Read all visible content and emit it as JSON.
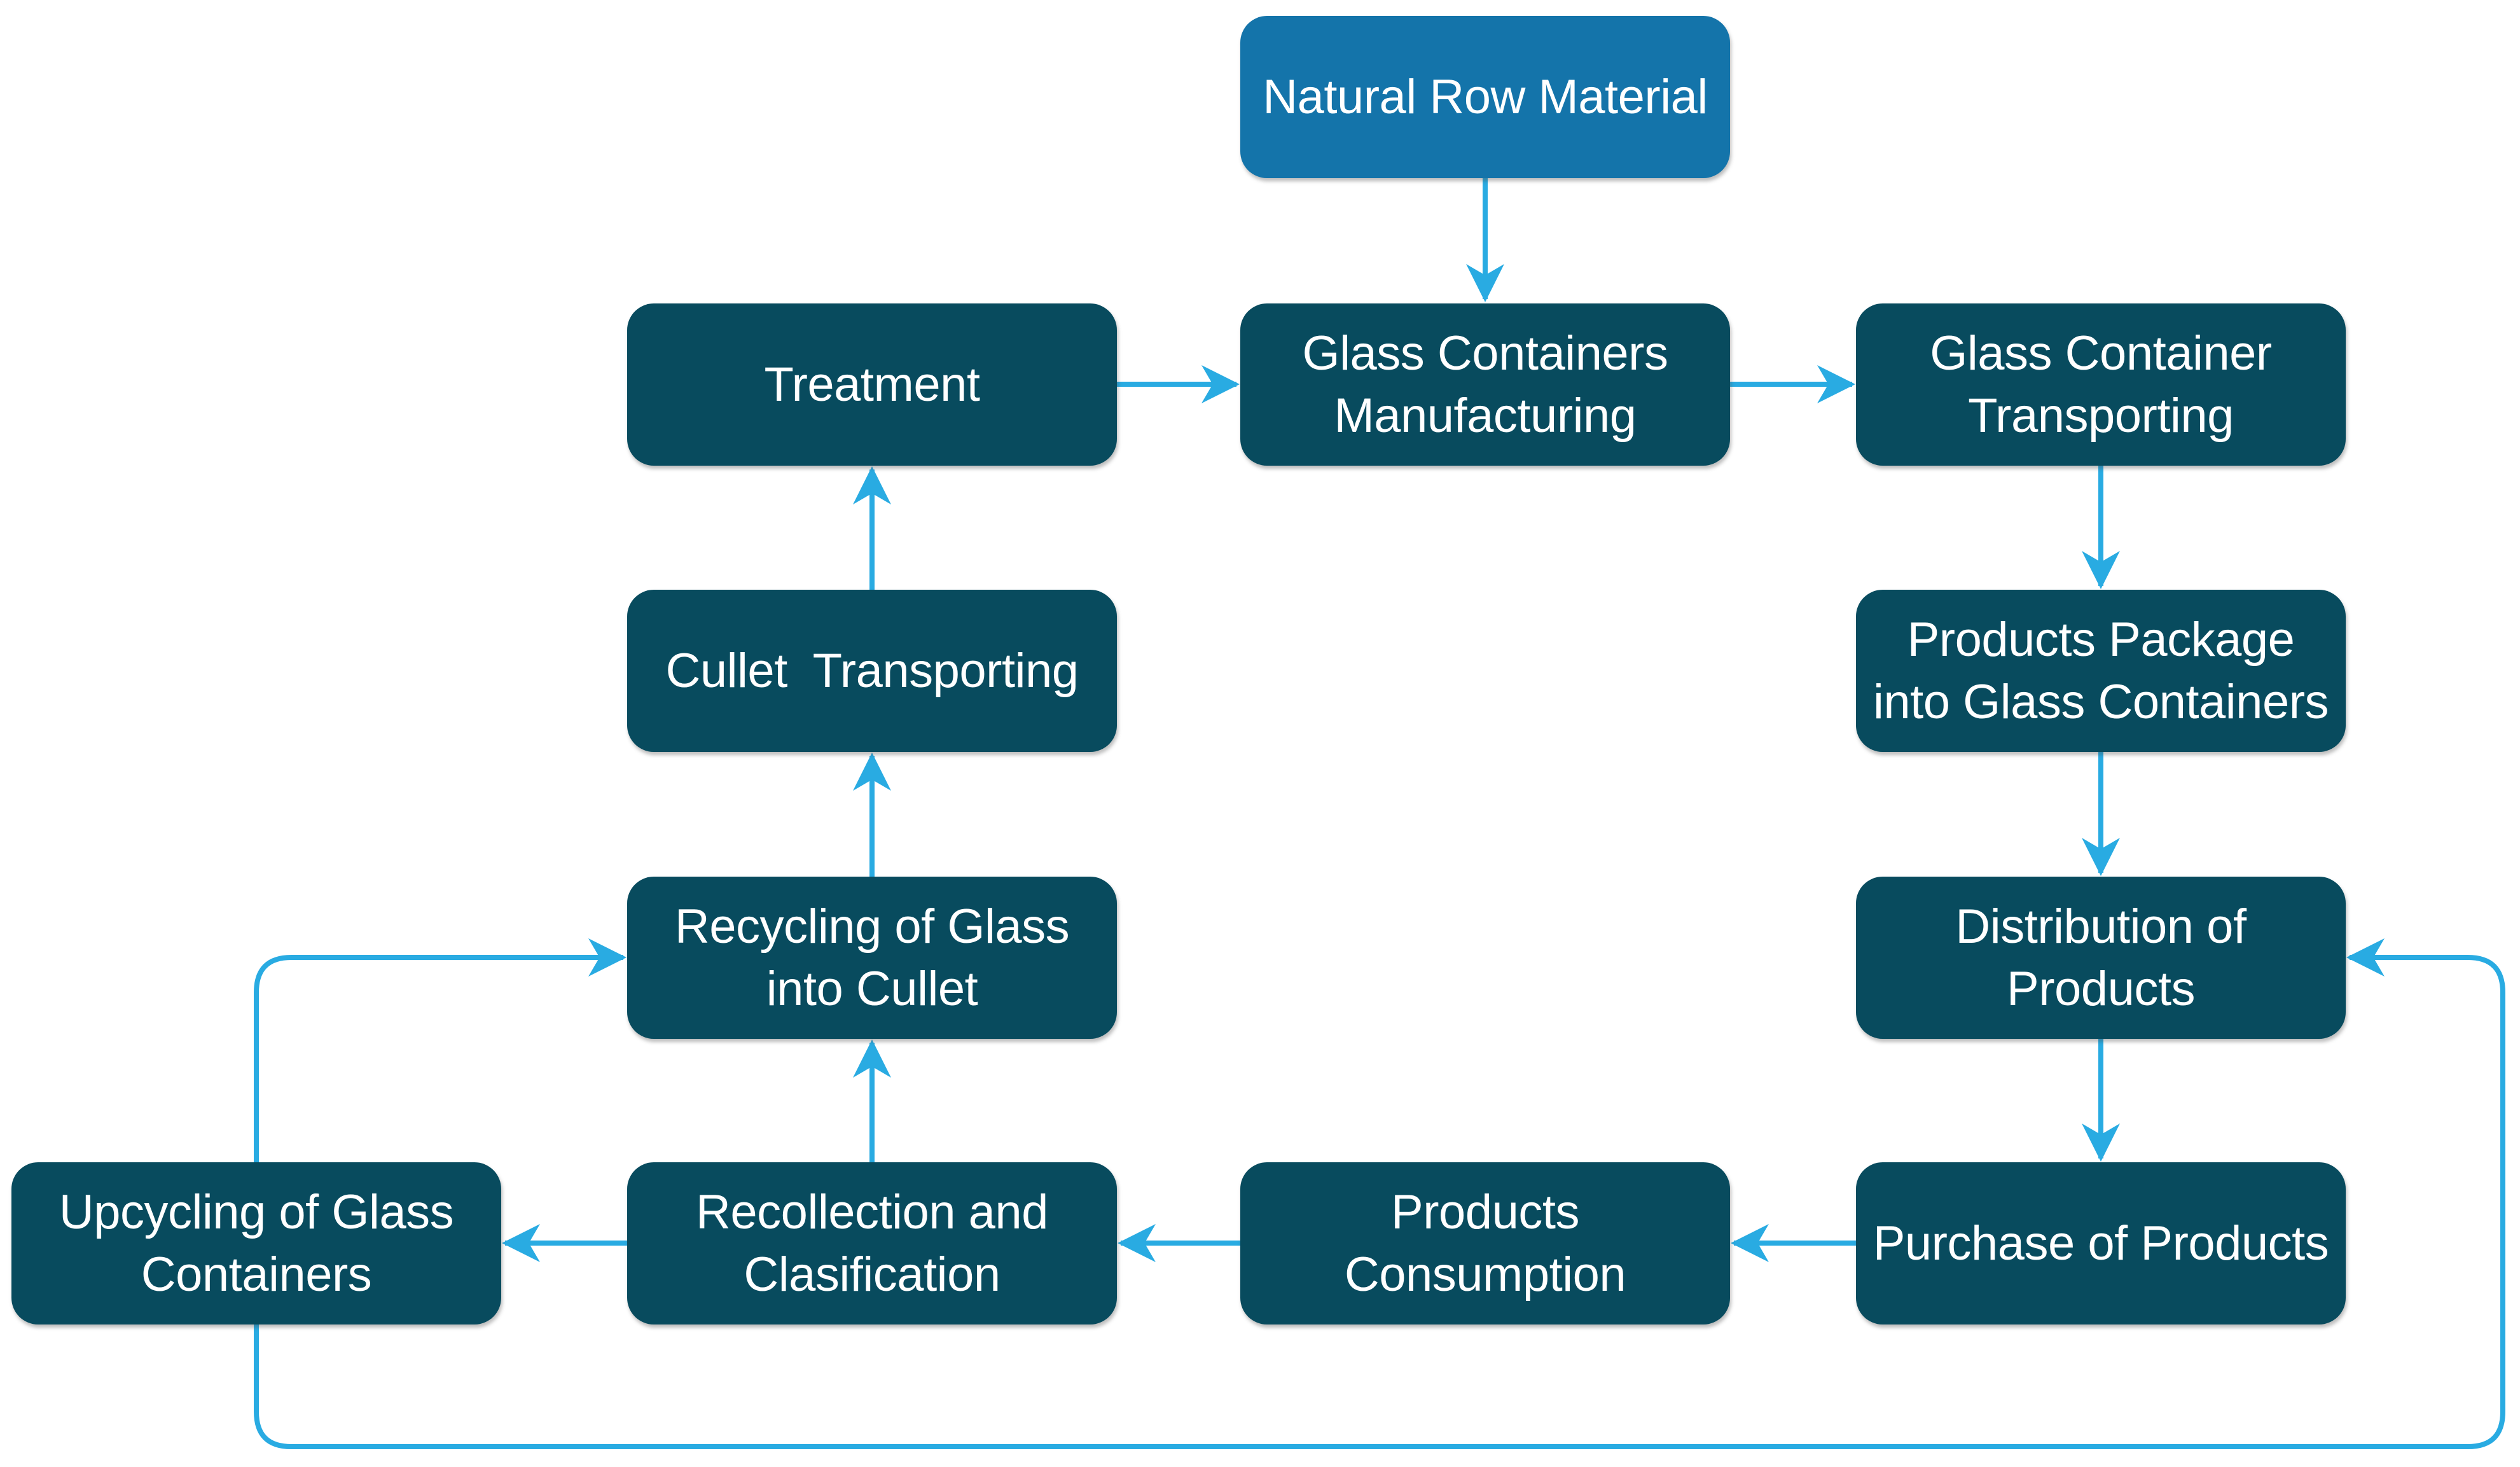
{
  "diagram": {
    "type": "flowchart",
    "background": "#FFFFFF",
    "colors": {
      "process_fill": "#084B5E",
      "start_fill": "#1474AA",
      "arrow": "#29ABE2",
      "text": "#FFFFFF",
      "background": "#FFFFFF"
    },
    "nodes": [
      {
        "id": "natural-row-material",
        "type": "start",
        "label": "Natural Row Material"
      },
      {
        "id": "treatment",
        "type": "process",
        "label": "Treatment"
      },
      {
        "id": "glass-containers-manufacturing",
        "type": "process",
        "label": "Glass Containers\nManufacturing"
      },
      {
        "id": "glass-container-transporting",
        "type": "process",
        "label": "Glass Container\nTransporting"
      },
      {
        "id": "cullet-transporting",
        "type": "process",
        "label": "Cullet  Transporting"
      },
      {
        "id": "products-package-into-glass-containers",
        "type": "process",
        "label": "Products Package\ninto Glass Containers"
      },
      {
        "id": "recycling-of-glass-into-cullet",
        "type": "process",
        "label": "Recycling of Glass\ninto Cullet"
      },
      {
        "id": "distribution-of-products",
        "type": "process",
        "label": "Distribution of\nProducts"
      },
      {
        "id": "upcycling-of-glass-containers",
        "type": "process",
        "label": "Upcycling of Glass\nContainers"
      },
      {
        "id": "recollection-and-clasification",
        "type": "process",
        "label": "Recollection and\nClasification"
      },
      {
        "id": "products-consumption",
        "type": "process",
        "label": "Products\nConsumption"
      },
      {
        "id": "purchase-of-products",
        "type": "process",
        "label": "Purchase of Products"
      }
    ],
    "edges": [
      {
        "from": "natural-row-material",
        "to": "glass-containers-manufacturing"
      },
      {
        "from": "treatment",
        "to": "glass-containers-manufacturing"
      },
      {
        "from": "glass-containers-manufacturing",
        "to": "glass-container-transporting"
      },
      {
        "from": "glass-container-transporting",
        "to": "products-package-into-glass-containers"
      },
      {
        "from": "products-package-into-glass-containers",
        "to": "distribution-of-products"
      },
      {
        "from": "distribution-of-products",
        "to": "purchase-of-products"
      },
      {
        "from": "purchase-of-products",
        "to": "products-consumption"
      },
      {
        "from": "products-consumption",
        "to": "recollection-and-clasification"
      },
      {
        "from": "recollection-and-clasification",
        "to": "upcycling-of-glass-containers"
      },
      {
        "from": "recollection-and-clasification",
        "to": "recycling-of-glass-into-cullet"
      },
      {
        "from": "recycling-of-glass-into-cullet",
        "to": "cullet-transporting"
      },
      {
        "from": "cullet-transporting",
        "to": "treatment"
      },
      {
        "from": "upcycling-of-glass-containers",
        "to": "recycling-of-glass-into-cullet"
      },
      {
        "from": "upcycling-of-glass-containers",
        "to": "distribution-of-products"
      }
    ]
  }
}
